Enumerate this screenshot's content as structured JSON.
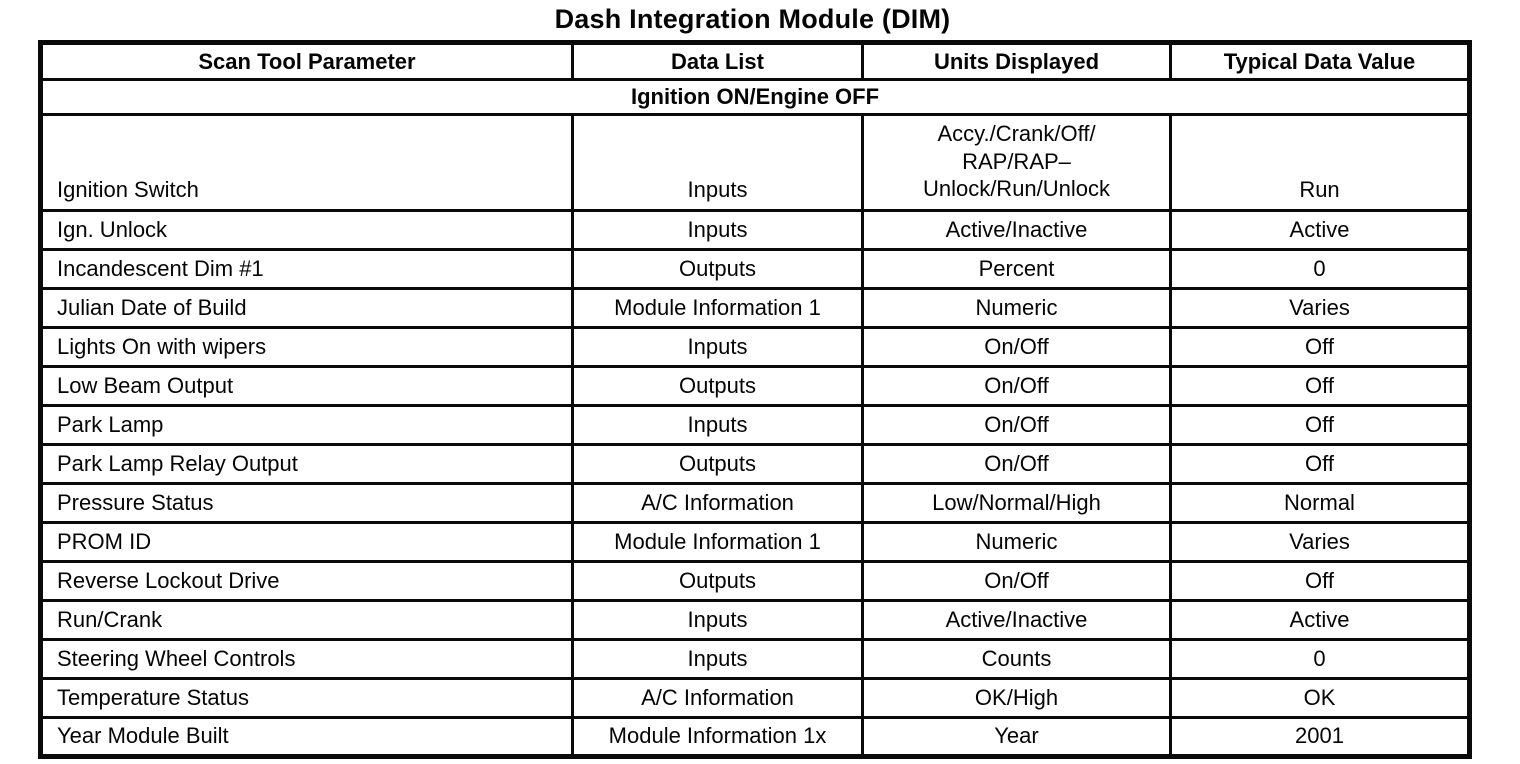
{
  "page": {
    "title": "Dash Integration Module (DIM)"
  },
  "table": {
    "columns": [
      "Scan Tool Parameter",
      "Data List",
      "Units Displayed",
      "Typical Data Value"
    ],
    "section_header": "Ignition ON/Engine OFF",
    "rows": [
      {
        "parameter": "Ignition Switch",
        "data_list": "Inputs",
        "units": "Accy./Crank/Off/\nRAP/RAP–\nUnlock/Run/Unlock",
        "typical_value": "Run"
      },
      {
        "parameter": "Ign. Unlock",
        "data_list": "Inputs",
        "units": "Active/Inactive",
        "typical_value": "Active"
      },
      {
        "parameter": "Incandescent Dim #1",
        "data_list": "Outputs",
        "units": "Percent",
        "typical_value": "0"
      },
      {
        "parameter": "Julian Date of Build",
        "data_list": "Module Information 1",
        "units": "Numeric",
        "typical_value": "Varies"
      },
      {
        "parameter": "Lights On with wipers",
        "data_list": "Inputs",
        "units": "On/Off",
        "typical_value": "Off"
      },
      {
        "parameter": "Low Beam Output",
        "data_list": "Outputs",
        "units": "On/Off",
        "typical_value": "Off"
      },
      {
        "parameter": "Park Lamp",
        "data_list": "Inputs",
        "units": "On/Off",
        "typical_value": "Off"
      },
      {
        "parameter": "Park Lamp Relay Output",
        "data_list": "Outputs",
        "units": "On/Off",
        "typical_value": "Off"
      },
      {
        "parameter": "Pressure Status",
        "data_list": "A/C Information",
        "units": "Low/Normal/High",
        "typical_value": "Normal"
      },
      {
        "parameter": "PROM ID",
        "data_list": "Module Information 1",
        "units": "Numeric",
        "typical_value": "Varies"
      },
      {
        "parameter": "Reverse Lockout Drive",
        "data_list": "Outputs",
        "units": "On/Off",
        "typical_value": "Off"
      },
      {
        "parameter": "Run/Crank",
        "data_list": "Inputs",
        "units": "Active/Inactive",
        "typical_value": "Active"
      },
      {
        "parameter": "Steering Wheel Controls",
        "data_list": "Inputs",
        "units": "Counts",
        "typical_value": "0"
      },
      {
        "parameter": "Temperature Status",
        "data_list": "A/C Information",
        "units": "OK/High",
        "typical_value": "OK"
      },
      {
        "parameter": "Year Module Built",
        "data_list": "Module Information 1x",
        "units": "Year",
        "typical_value": "2001"
      }
    ]
  }
}
